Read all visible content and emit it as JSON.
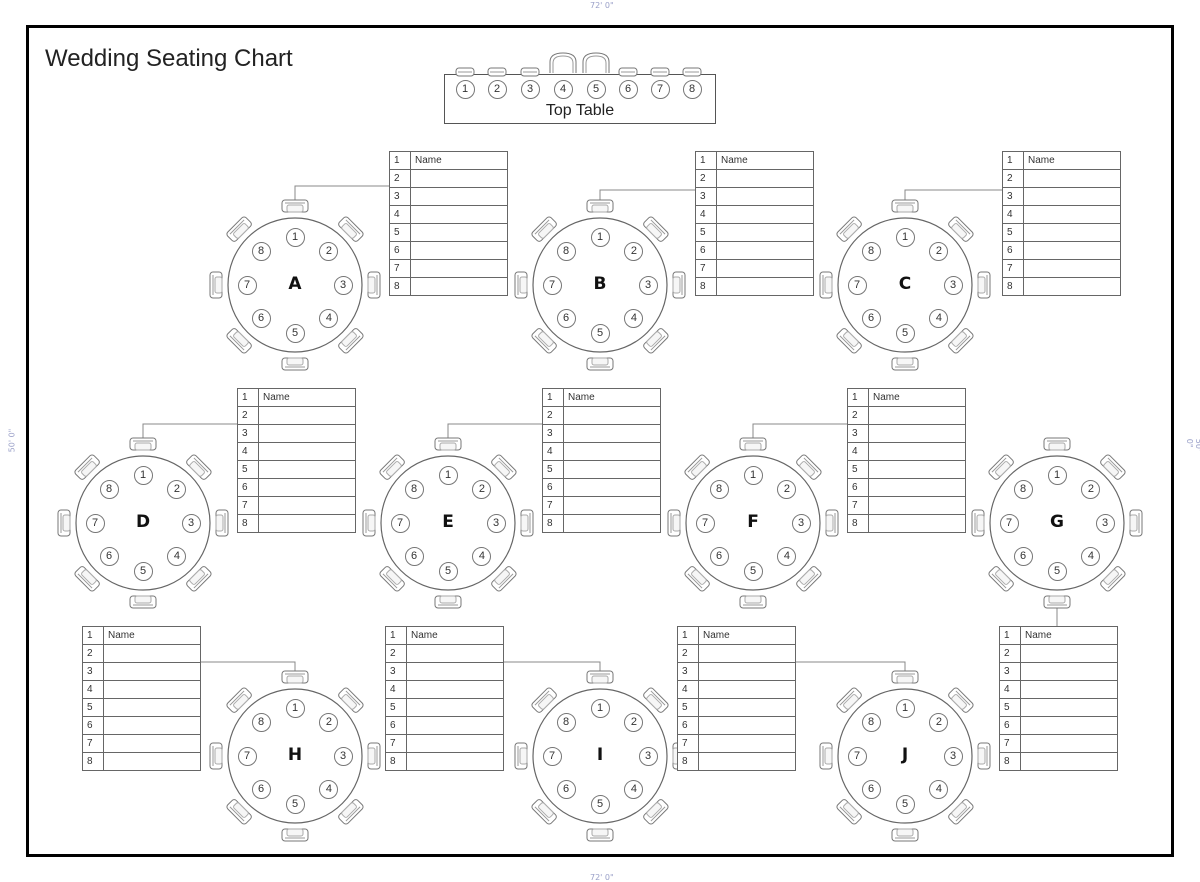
{
  "page": {
    "title": "Wedding Seating Chart",
    "width_label": "72' 0\"",
    "height_label": "50' 0\""
  },
  "top_table": {
    "label": "Top Table",
    "seats": [
      "1",
      "2",
      "3",
      "4",
      "5",
      "6",
      "7",
      "8"
    ]
  },
  "seat_numbers": [
    "1",
    "2",
    "3",
    "4",
    "5",
    "6",
    "7",
    "8"
  ],
  "guest_list_header": "Name",
  "tables": [
    {
      "letter": "A"
    },
    {
      "letter": "B"
    },
    {
      "letter": "C"
    },
    {
      "letter": "D"
    },
    {
      "letter": "E"
    },
    {
      "letter": "F"
    },
    {
      "letter": "G"
    },
    {
      "letter": "H"
    },
    {
      "letter": "I"
    },
    {
      "letter": "J"
    }
  ]
}
